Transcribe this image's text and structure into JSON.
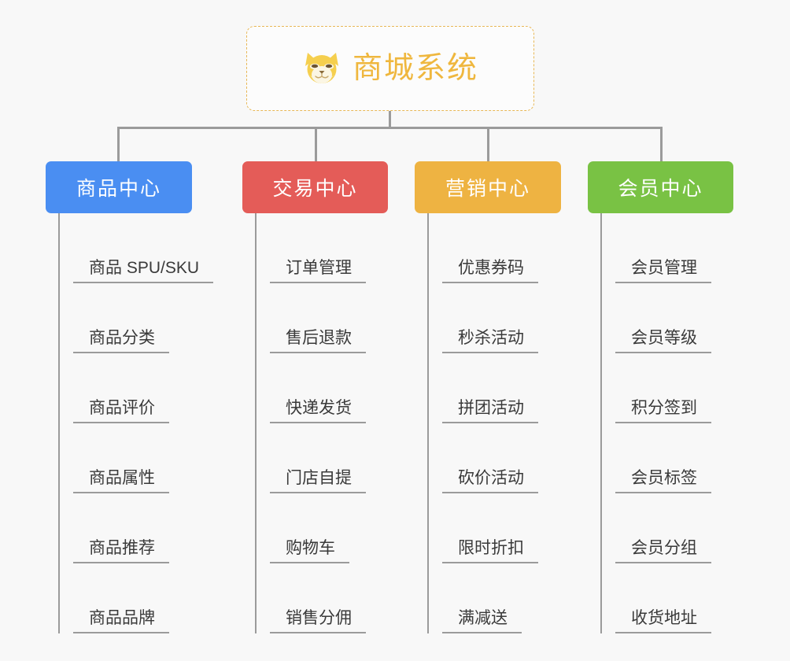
{
  "diagram": {
    "type": "mindmap-tree",
    "background_color": "#f8f8f8",
    "root": {
      "title": "商城系统",
      "icon": "shiba-dog-face-icon",
      "text_color": "#efb73e",
      "border_color": "#e8b857"
    },
    "connector_color": "#9b9b9b",
    "columns": [
      {
        "label": "商品中心",
        "color": "#4a8ef2",
        "items": [
          "商品 SPU/SKU",
          "商品分类",
          "商品评价",
          "商品属性",
          "商品推荐",
          "商品品牌"
        ]
      },
      {
        "label": "交易中心",
        "color": "#e45c58",
        "items": [
          "订单管理",
          "售后退款",
          "快递发货",
          "门店自提",
          "购物车",
          "销售分佣"
        ]
      },
      {
        "label": "营销中心",
        "color": "#eeb342",
        "items": [
          "优惠券码",
          "秒杀活动",
          "拼团活动",
          "砍价活动",
          "限时折扣",
          "满减送"
        ]
      },
      {
        "label": "会员中心",
        "color": "#79c244",
        "items": [
          "会员管理",
          "会员等级",
          "积分签到",
          "会员标签",
          "会员分组",
          "收货地址"
        ]
      }
    ]
  }
}
